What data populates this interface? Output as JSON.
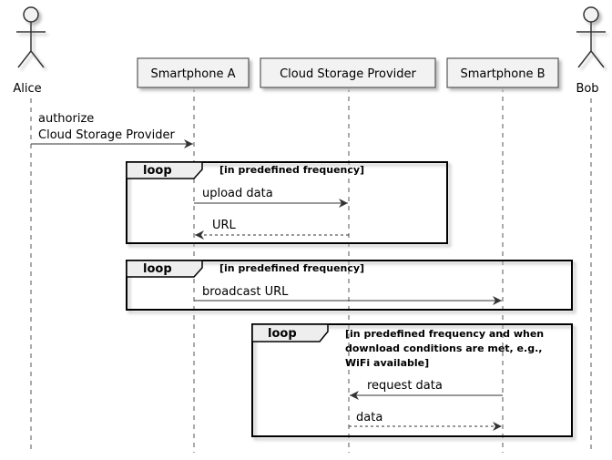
{
  "actors": {
    "alice": "Alice",
    "bob": "Bob"
  },
  "participants": {
    "smartphone_a": "Smartphone A",
    "cloud": "Cloud Storage Provider",
    "smartphone_b": "Smartphone B"
  },
  "messages": {
    "authorize_line1": "authorize",
    "authorize_line2": "Cloud Storage Provider",
    "upload": "upload data",
    "url": "URL",
    "broadcast": "broadcast URL",
    "request": "request data",
    "data": "data"
  },
  "loops": [
    {
      "keyword": "loop",
      "guard": [
        "[in predefined frequency]"
      ]
    },
    {
      "keyword": "loop",
      "guard": [
        "[in predefined frequency]"
      ]
    },
    {
      "keyword": "loop",
      "guard": [
        "[in predefined frequency and when",
        "download conditions are met, e.g.,",
        "WiFi available]"
      ]
    }
  ],
  "colors": {
    "participant_fill": "#f2f2f2",
    "participant_border": "#555555",
    "line": "#333333",
    "shadow": "#c8c8c8"
  }
}
